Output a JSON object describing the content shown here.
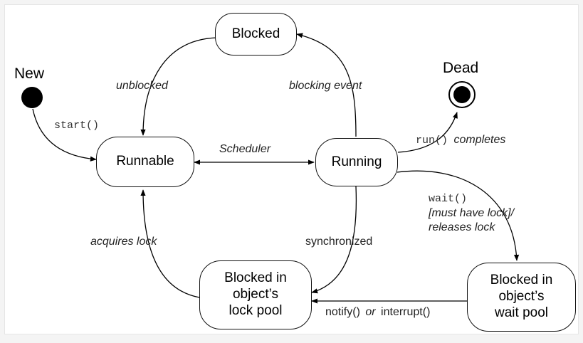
{
  "states": {
    "blocked": "Blocked",
    "runnable": "Runnable",
    "running": "Running",
    "lock_pool": [
      "Blocked in",
      "object’s",
      "lock pool"
    ],
    "wait_pool": [
      "Blocked in",
      "object’s",
      "wait pool"
    ]
  },
  "pseudo_states": {
    "new": "New",
    "dead": "Dead"
  },
  "transitions": {
    "unblocked": "unblocked",
    "blocking_event": "blocking event",
    "start": "start()",
    "scheduler": "Scheduler",
    "run_method": "run()",
    "completes": "completes",
    "wait_method": "wait()",
    "wait_note_1": "[must have lock]/",
    "wait_note_2": "releases lock",
    "acquires_lock": "acquires lock",
    "synchronized": "synchronized",
    "notify": "notify()",
    "or": "or",
    "interrupt": "interrupt()"
  }
}
